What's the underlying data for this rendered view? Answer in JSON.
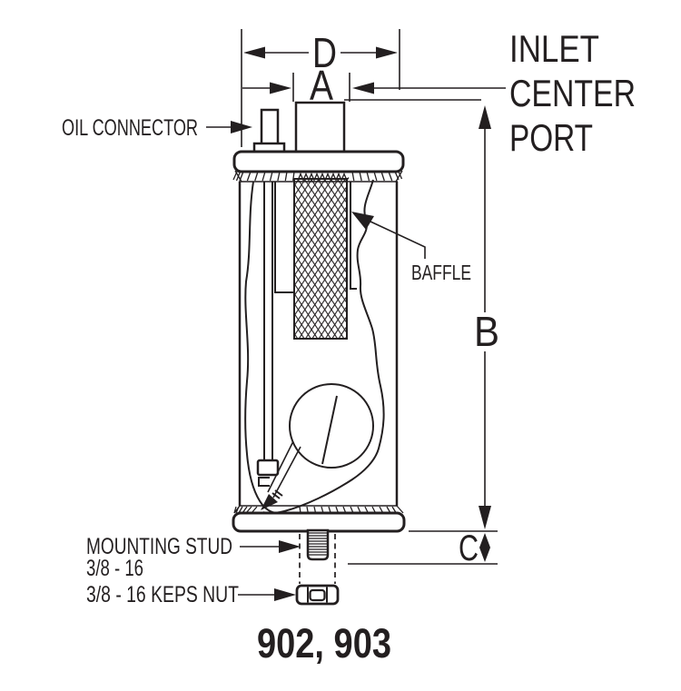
{
  "figure": {
    "part_numbers": "902, 903",
    "dimensions": {
      "shell_diameter": "D",
      "port_width": "A",
      "overall_height": "B",
      "stud_length": "C"
    },
    "callouts": {
      "oil_connector": "OIL CONNECTOR",
      "inlet_port_line1": "INLET",
      "inlet_port_line2": "CENTER",
      "inlet_port_line3": "PORT",
      "baffle": "BAFFLE",
      "mounting_stud_line1": "MOUNTING STUD",
      "mounting_stud_line2": "3/8 - 16",
      "keps_nut": "3/8 - 16 KEPS NUT"
    },
    "colors": {
      "ink": "#231f20",
      "background": "#ffffff"
    }
  }
}
